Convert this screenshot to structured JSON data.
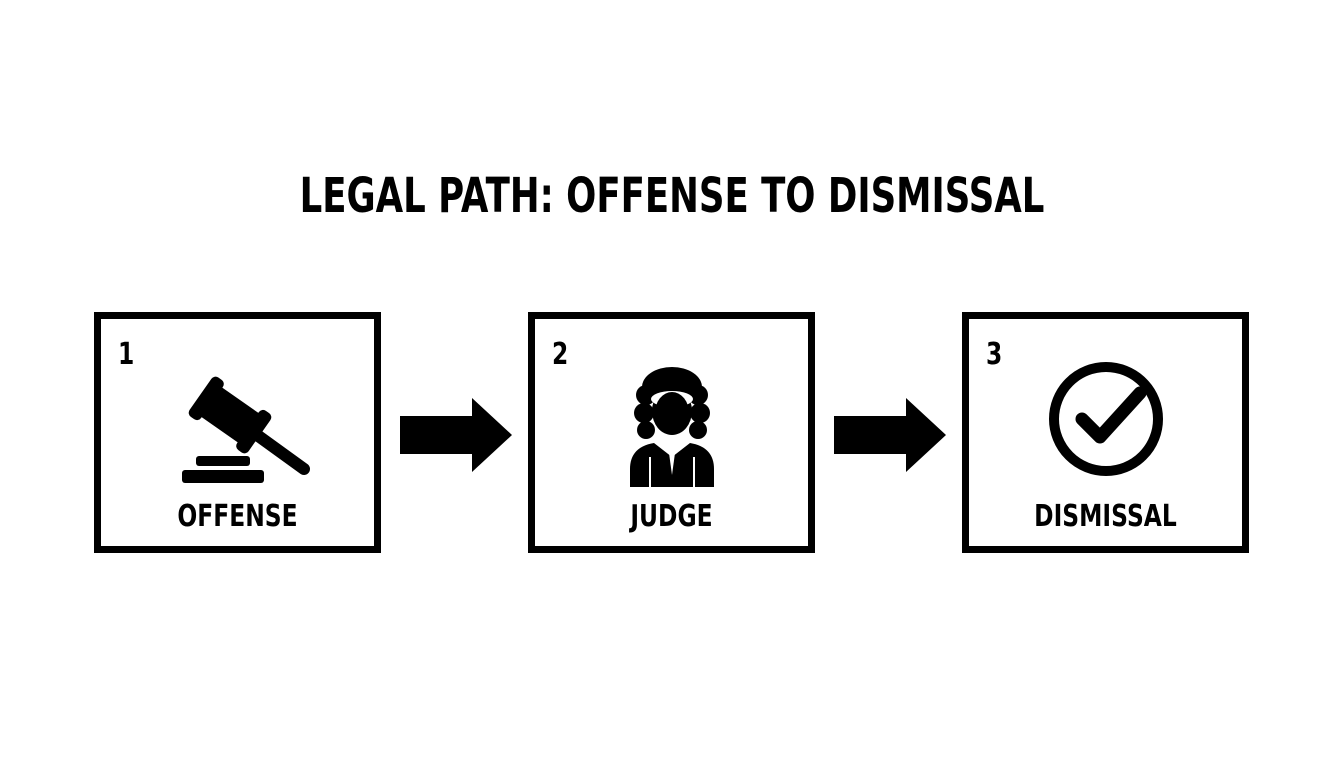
{
  "title": "LEGAL PATH: OFFENSE TO DISMISSAL",
  "steps": [
    {
      "number": "1",
      "label": "OFFENSE",
      "icon": "gavel-icon"
    },
    {
      "number": "2",
      "label": "JUDGE",
      "icon": "judge-icon"
    },
    {
      "number": "3",
      "label": "DISMISSAL",
      "icon": "checkmark-circle-icon"
    }
  ],
  "colors": {
    "foreground": "#000000",
    "background": "#ffffff"
  }
}
